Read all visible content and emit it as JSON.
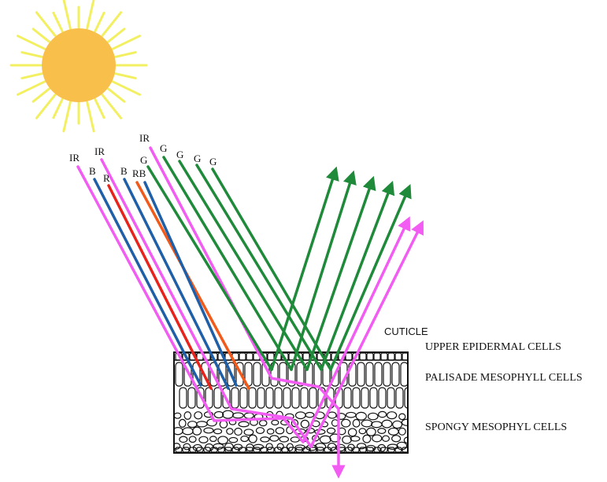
{
  "ray_labels": {
    "ir1": "IR",
    "ir2": "IR",
    "ir3": "IR",
    "b1": "B",
    "r1": "R",
    "b2": "B",
    "rb": "RB",
    "g1": "G",
    "g2": "G",
    "g3": "G",
    "g4": "G",
    "g5": "G"
  },
  "layer_labels": {
    "cuticle": "CUTICLE",
    "upper_epidermal": "UPPER EPIDERMAL CELLS",
    "palisade": "PALISADE MESOPHYLL CELLS",
    "spongy": "SPONGY MESOPHYL CELLS"
  },
  "colors": {
    "infrared": "#f25cf2",
    "blue": "#1f5fa8",
    "red": "#e8231c",
    "orange": "#f25a1c",
    "green": "#1f8a3a",
    "sun_core": "#f8c04a",
    "sun_rays": "#f2f060",
    "cell_outline": "#111111"
  }
}
